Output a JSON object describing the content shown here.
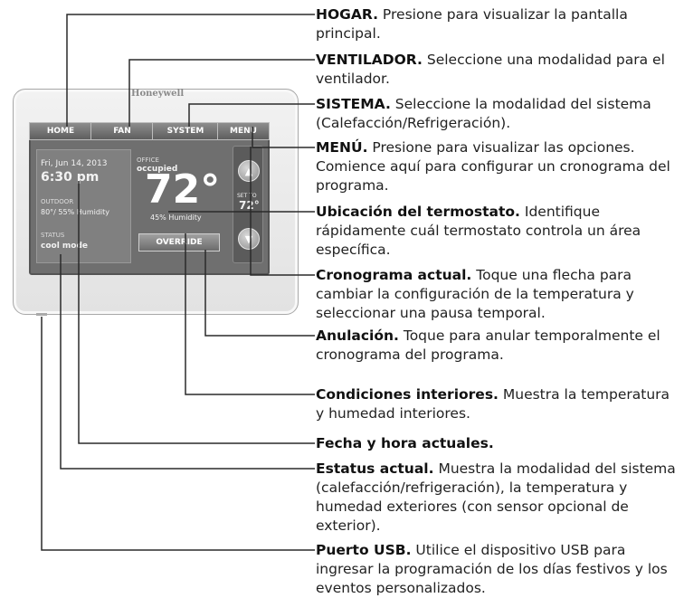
{
  "device": {
    "brand": "Honeywell",
    "tabs": [
      "HOME",
      "FAN",
      "SYSTEM",
      "MENU"
    ],
    "date": "Fri, Jun 14, 2013",
    "time": "6:30 pm",
    "outdoor_label": "OUTDOOR",
    "outdoor_value": "80°/ 55% Humidity",
    "status_label": "STATUS",
    "status_value": "cool mode",
    "location_label": "OFFICE",
    "occupancy": "occupied",
    "temperature": "72°",
    "indoor_humidity": "45% Humidity",
    "set_to_label": "SET TO",
    "set_to_value": "72°",
    "override_label": "OVERRIDE",
    "up_arrow": "▲",
    "down_arrow": "▼"
  },
  "callouts": [
    {
      "term": "HOGAR.",
      "text": "Presione para visualizar la pantalla principal."
    },
    {
      "term": "VENTILADOR.",
      "text": "Seleccione una modalidad para el ventilador."
    },
    {
      "term": "SISTEMA.",
      "text": "Seleccione la modalidad del sistema (Calefacción/Refrigeración)."
    },
    {
      "term": "MENÚ.",
      "text": "Presione para visualizar las opciones. Comience aquí para configurar un cronograma del programa."
    },
    {
      "term": "Ubicación del termostato.",
      "text": "Identifique rápidamente cuál termostato controla un área específica."
    },
    {
      "term": "Cronograma actual.",
      "text": "Toque una flecha para cambiar la configuración de la temperatura y seleccionar una pausa temporal."
    },
    {
      "term": "Anulación.",
      "text": "Toque para anular temporalmente el cronograma del programa."
    },
    {
      "term": "Condiciones interiores.",
      "text": "Muestra la temperatura y humedad interiores."
    },
    {
      "term": "Fecha y hora actuales.",
      "text": ""
    },
    {
      "term": "Estatus actual.",
      "text": "Muestra la modalidad del sistema (calefacción/refrigeración), la temperatura y humedad exteriores (con sensor opcional de exterior)."
    },
    {
      "term": "Puerto USB.",
      "text": "Utilice el dispositivo USB para ingresar la programación de los días festivos y los eventos personalizados."
    }
  ]
}
